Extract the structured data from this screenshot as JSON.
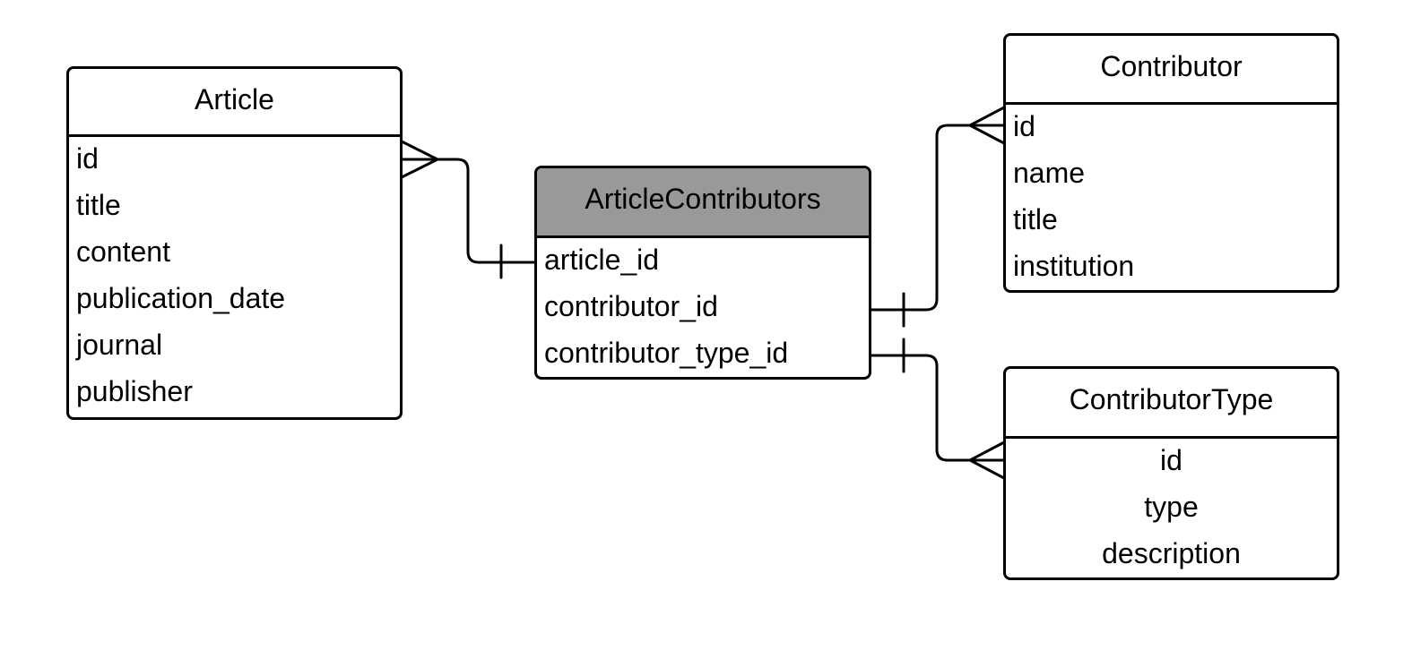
{
  "entities": {
    "article": {
      "name": "Article",
      "fields": [
        "id",
        "title",
        "content",
        "publication_date",
        "journal",
        "publisher"
      ]
    },
    "article_contributors": {
      "name": "ArticleContributors",
      "fields": [
        "article_id",
        "contributor_id",
        "contributor_type_id"
      ]
    },
    "contributor": {
      "name": "Contributor",
      "fields": [
        "id",
        "name",
        "title",
        "institution"
      ]
    },
    "contributor_type": {
      "name": "ContributorType",
      "fields": [
        "id",
        "type",
        "description"
      ]
    }
  },
  "relationships": [
    {
      "from": "article.id",
      "to": "article_contributors.article_id",
      "from_end": "many",
      "to_end": "one"
    },
    {
      "from": "article_contributors.contributor_id",
      "to": "contributor.id",
      "from_end": "one",
      "to_end": "many"
    },
    {
      "from": "article_contributors.contributor_type_id",
      "to": "contributor_type.id",
      "from_end": "one",
      "to_end": "many"
    }
  ],
  "colors": {
    "line": "#000000",
    "header_shaded": "#999999",
    "background": "#ffffff"
  }
}
